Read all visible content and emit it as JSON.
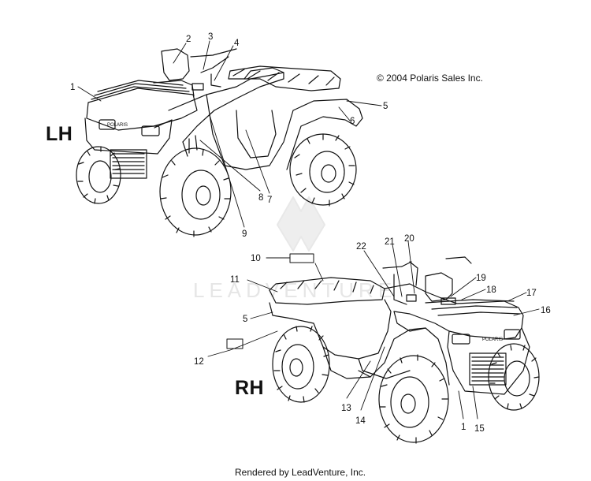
{
  "diagram": {
    "copyright": "© 2004 Polaris Sales Inc.",
    "footer": "Rendered by LeadVenture, Inc.",
    "watermark": "LEADVENTURE",
    "views": [
      {
        "id": "lh",
        "label": "LH"
      },
      {
        "id": "rh",
        "label": "RH"
      }
    ],
    "callouts": {
      "lh": [
        "1",
        "2",
        "3",
        "4",
        "5",
        "6",
        "7",
        "8",
        "9"
      ],
      "rh": [
        "10",
        "11",
        "5",
        "12",
        "13",
        "14",
        "1",
        "15",
        "16",
        "17",
        "18",
        "19",
        "20",
        "21",
        "22"
      ]
    }
  },
  "colors": {
    "ink": "#111111",
    "watermark": "#e6e6e6"
  }
}
